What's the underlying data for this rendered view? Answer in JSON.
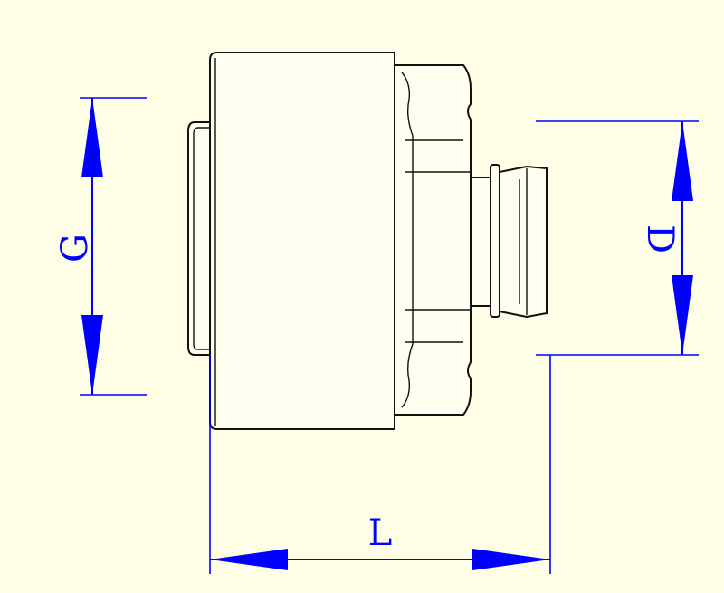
{
  "dimensions": {
    "G": "G",
    "D": "D",
    "L": "L"
  },
  "colors": {
    "background": "#fefee6",
    "dimension": "#0000ff",
    "outline": "#111111"
  }
}
